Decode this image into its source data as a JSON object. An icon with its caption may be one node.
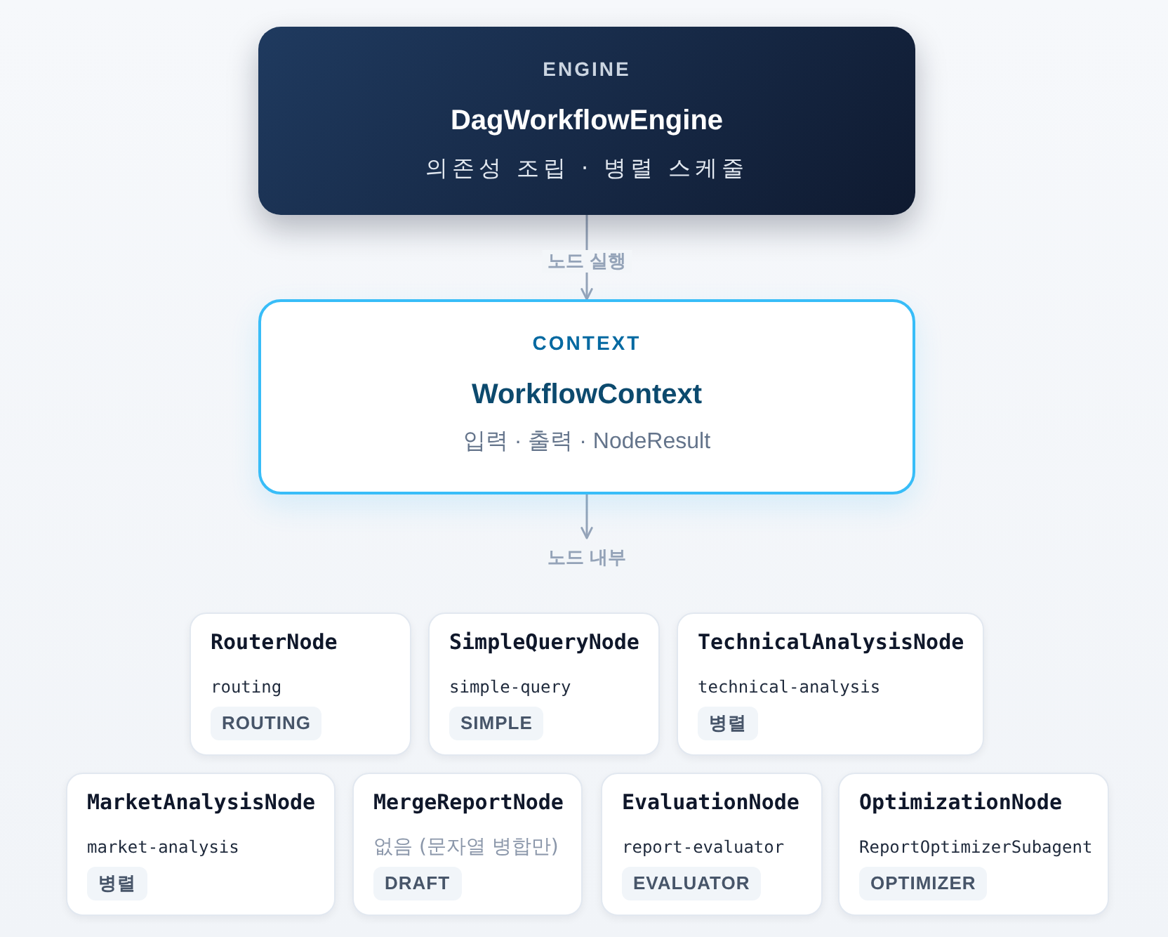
{
  "diagram": {
    "nodes": [
      {
        "text": [
          "ENGINE",
          "DagWorkflowEngine",
          "의존성 조립 · 병렬 스케줄"
        ]
      },
      {
        "text": [
          "CONTEXT",
          "WorkflowContext",
          "입력 · 출력 · NodeResult"
        ]
      },
      {
        "text": [
          "RouterNode",
          "routing",
          "ROUTING"
        ]
      },
      {
        "text": [
          "SimpleQueryNode",
          "simple-query",
          "SIMPLE"
        ]
      },
      {
        "text": [
          "TechnicalAnalysisNode",
          "technical-analysis",
          "병렬"
        ]
      },
      {
        "text": [
          "MarketAnalysisNode",
          "market-analysis",
          "병렬"
        ]
      },
      {
        "text": [
          "MergeReportNode",
          "없음 (문자열 병합만)",
          "DRAFT"
        ]
      },
      {
        "text": [
          "EvaluationNode",
          "report-evaluator",
          "EVALUATOR"
        ]
      },
      {
        "text": [
          "OptimizationNode",
          "ReportOptimizerSubagent",
          "OPTIMIZER"
        ]
      }
    ],
    "edges": [
      {
        "from": 0,
        "to": 1,
        "arrow": "to",
        "label": "노드 실행"
      },
      {
        "from": 1,
        "to": null,
        "arrow": "to",
        "label": "노드 내부"
      }
    ]
  }
}
